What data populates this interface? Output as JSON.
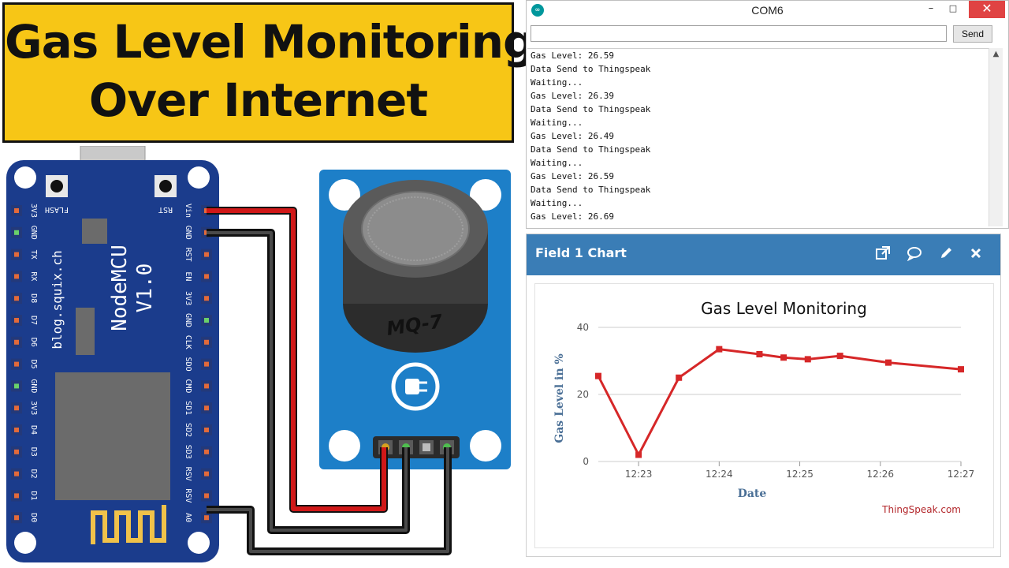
{
  "banner": {
    "line1": "Gas Level Monitoring",
    "line2": "Over Internet"
  },
  "hardware": {
    "board": {
      "name_line1": "NodeMCU",
      "name_line2": "V1.0",
      "url": "blog.squix.ch",
      "flash_label": "FLASH",
      "rst_label": "RST",
      "left_pins": [
        "3V3",
        "GND",
        "TX",
        "RX",
        "D8",
        "D7",
        "D6",
        "D5",
        "GND",
        "3V3",
        "D4",
        "D3",
        "D2",
        "D1",
        "D0"
      ],
      "right_pins": [
        "Vin",
        "GND",
        "RST",
        "EN",
        "3V3",
        "GND",
        "CLK",
        "SDO",
        "CMD",
        "SD1",
        "SD2",
        "SD3",
        "RSV",
        "RSV",
        "A0"
      ]
    },
    "sensor": {
      "label": "MQ-7"
    },
    "colors": {
      "board": "#1b3c8c",
      "sensor_board": "#1d7fc8",
      "wire_power": "#d01818",
      "wire_ground": "#1a1a1a"
    }
  },
  "serial_monitor": {
    "title": "COM6",
    "app_icon": "arduino-icon",
    "input_value": "",
    "send_label": "Send",
    "window_buttons": {
      "minimize": "–",
      "maximize": "□",
      "close": "✕"
    },
    "lines": [
      "Gas Level: 26.59",
      "Data Send to Thingspeak",
      "Waiting...",
      "Gas Level: 26.39",
      "Data Send to Thingspeak",
      "Waiting...",
      "Gas Level: 26.49",
      "Data Send to Thingspeak",
      "Waiting...",
      "Gas Level: 26.59",
      "Data Send to Thingspeak",
      "Waiting...",
      "Gas Level: 26.69"
    ]
  },
  "panel": {
    "title": "Field 1 Chart",
    "header_color": "#3a7db6",
    "icons": [
      "external-link-icon",
      "comment-icon",
      "pencil-icon",
      "close-icon"
    ],
    "watermark": "ThingSpeak.com"
  },
  "chart_data": {
    "type": "line",
    "title": "Gas Level Monitoring",
    "xlabel": "Date",
    "ylabel": "Gas Level in %",
    "ylim": [
      0,
      40
    ],
    "yticks": [
      0,
      20,
      40
    ],
    "xticks": [
      "12:23",
      "12:24",
      "12:25",
      "12:26",
      "12:27"
    ],
    "xlim": [
      "12:22.5",
      "12:27"
    ],
    "grid": true,
    "color": "#d62728",
    "series": [
      {
        "x": [
          "12:22.5",
          "12:23.0",
          "12:23.5",
          "12:24.0",
          "12:24.5",
          "12:24.8",
          "12:25.1",
          "12:25.5",
          "12:26.1",
          "12:27.0"
        ],
        "y": [
          25.5,
          2.0,
          25.0,
          33.5,
          32.0,
          31.0,
          30.5,
          31.5,
          29.5,
          27.5
        ]
      }
    ]
  }
}
